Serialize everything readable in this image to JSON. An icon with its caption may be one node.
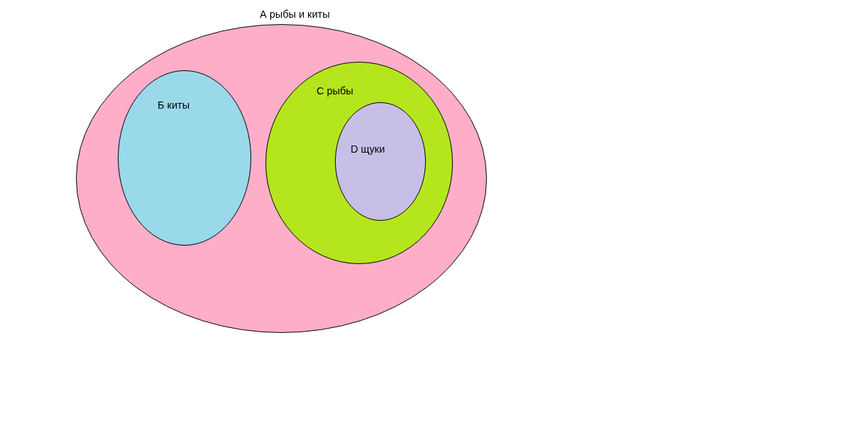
{
  "diagram": {
    "nodes": [
      {
        "text": [
          "А рыбы и киты"
        ]
      },
      {
        "text": [
          "Б киты"
        ],
        "in": 0
      },
      {
        "text": [
          "С рыбы"
        ],
        "in": 0
      },
      {
        "text": [
          "D щуки"
        ],
        "in": 2
      }
    ]
  }
}
